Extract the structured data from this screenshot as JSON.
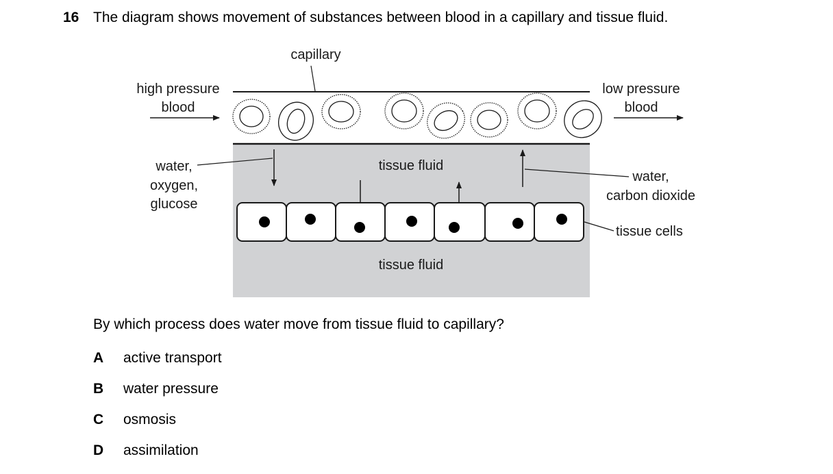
{
  "question": {
    "number": "16",
    "text": "The diagram shows movement of substances between blood in a capillary and tissue fluid."
  },
  "diagram": {
    "labels": {
      "capillary": "capillary",
      "high_pressure_line1": "high pressure",
      "high_pressure_line2": "blood",
      "low_pressure_line1": "low pressure",
      "low_pressure_line2": "blood",
      "in_substances_line1": "water,",
      "in_substances_line2": "oxygen,",
      "in_substances_line3": "glucose",
      "out_substances_line1": "water,",
      "out_substances_line2": "carbon dioxide",
      "tissue_fluid_upper": "tissue fluid",
      "tissue_fluid_lower": "tissue fluid",
      "tissue_cells": "tissue cells"
    },
    "colors": {
      "tissue_fluid": "#d1d2d4",
      "line": "#1a1a1a",
      "cell_fill": "#ffffff"
    }
  },
  "prompt": "By which process does water move from tissue fluid to capillary?",
  "options": [
    {
      "letter": "A",
      "text": "active transport"
    },
    {
      "letter": "B",
      "text": "water pressure"
    },
    {
      "letter": "C",
      "text": "osmosis"
    },
    {
      "letter": "D",
      "text": "assimilation"
    }
  ]
}
